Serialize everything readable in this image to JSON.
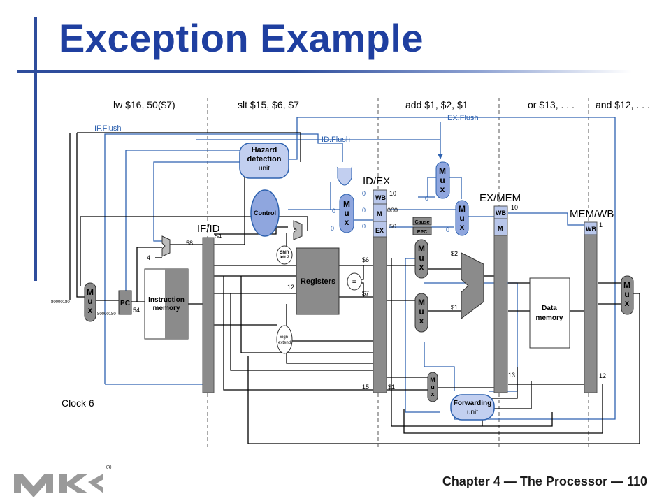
{
  "slide": {
    "title": "Exception Example",
    "footer": "Chapter 4 — The Processor — 110",
    "logo_mark": "M K",
    "logo_reg": "®"
  },
  "diagram": {
    "stage_instructions": [
      "lw $16, 50($7)",
      "slt $15, $6, $7",
      "add $1, $2, $1",
      "or $13, . . .",
      "and $12, . . ."
    ],
    "clock": "Clock 6",
    "signals": {
      "if_flush": "IF.Flush",
      "id_flush": "ID.Flush",
      "ex_flush": "EX.Flush"
    },
    "units": {
      "hazard": [
        "Hazard",
        "detection",
        "unit"
      ],
      "control": "Control",
      "registers": "Registers",
      "instruction_memory": [
        "Instruction",
        "memory"
      ],
      "data_memory": [
        "Data",
        "memory"
      ],
      "forwarding": [
        "Forwarding",
        "unit"
      ],
      "pc": "PC",
      "shift_left": [
        "Shift",
        "left 2"
      ],
      "sign_extend": [
        "Sign-",
        "extend"
      ],
      "cause": "Cause",
      "epc": "EPC",
      "equals": "="
    },
    "registers_labels": {
      "if_id": "IF/ID",
      "id_ex": "ID/EX",
      "ex_mem": "EX/MEM",
      "mem_wb": "MEM/WB"
    },
    "ctrl_fields": {
      "wb": "WB",
      "m": "M",
      "ex": "EX"
    },
    "numbers": {
      "pc_addr_a": "80000180",
      "pc_addr_b": "80000180",
      "four": "4",
      "fiftyeight": "58",
      "fiftyfour_a": "54",
      "fiftyfour_b": "54",
      "twelve_a": "12",
      "twelve_b": "12",
      "reg6": "$6",
      "reg7": "$7",
      "reg2": "$2",
      "reg1a": "$1",
      "reg1b": "$1",
      "fifteen": "15",
      "thirteen": "13",
      "fifty": "50",
      "ten_a": "10",
      "ten_b": "10",
      "triple0": "000",
      "one": "1",
      "z1": "0",
      "z2": "0",
      "z3": "0",
      "z4": "0",
      "z5": "0",
      "z6": "0",
      "z7": "0"
    },
    "mux": "M u x"
  },
  "colors": {
    "title": "#1f3fa0",
    "accent_bar": "#2e4d9c",
    "control_blue": "#2e62b0",
    "unit_fill": "#c2cff0",
    "pipeline_gray": "#8b8b8b"
  }
}
